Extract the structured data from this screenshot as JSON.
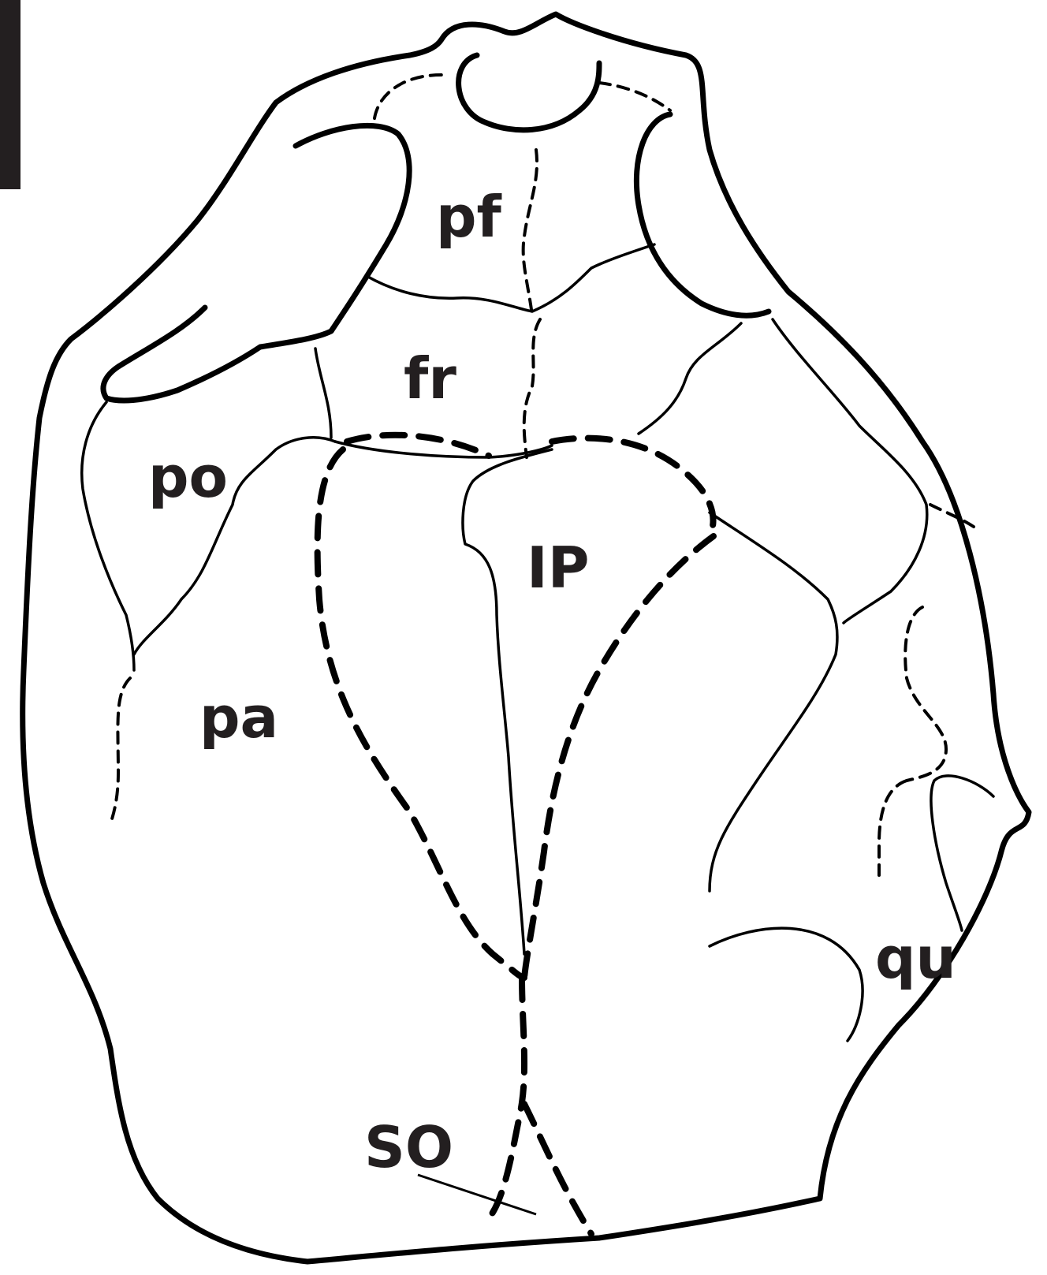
{
  "labels": {
    "pf": "pf",
    "fr": "fr",
    "po": "po",
    "ip": "IP",
    "pa": "pa",
    "qu": "qu",
    "so": "SO"
  },
  "colors": {
    "ink": "#000000",
    "label": "#231f20",
    "background": "#ffffff"
  }
}
